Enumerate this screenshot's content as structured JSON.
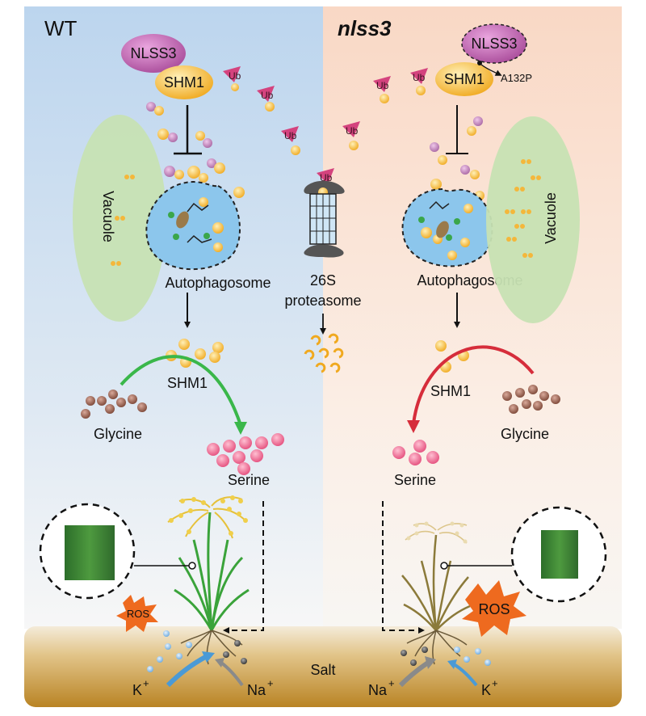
{
  "panels": {
    "left_title": "WT",
    "right_title": "nlss3"
  },
  "proteins": {
    "nlss3": "NLSS3",
    "shm1": "SHM1",
    "ub": "Ub",
    "mutation": "A132P"
  },
  "labels": {
    "vacuole": "Vacuole",
    "autophagosome": "Autophagosome",
    "proteasome_line1": "26S",
    "proteasome_line2": "proteasome",
    "shm1_lower": "SHM1",
    "glycine": "Glycine",
    "serine": "Serine",
    "ros": "ROS",
    "salt": "Salt",
    "potassium": "K",
    "sodium": "Na",
    "plus": "+"
  },
  "colors": {
    "left_bg": "#c9dcef",
    "right_bg": "#fbe2d2",
    "soil": "#c99a45",
    "vacuole": "#c6e2b2",
    "autophagosome": "#8cc6ec",
    "shm1": "#f6b93a",
    "nlss3": "#c86fb9",
    "ub": "#d4437e",
    "glycine": "#8c5a4a",
    "serine": "#ef6d95",
    "ros": "#ee6a1f",
    "arrow_green": "#3ab74a",
    "arrow_red": "#d62d3b"
  }
}
